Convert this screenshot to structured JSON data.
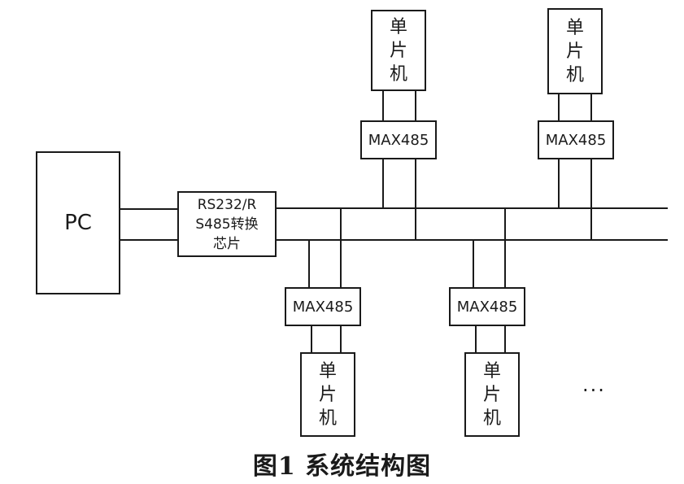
{
  "pc_label": "PC",
  "converter": {
    "line1": "RS232/R",
    "line2": "S485转换",
    "line3": "芯片"
  },
  "nodes": [
    {
      "transceiver": "MAX485",
      "mcu": [
        "单",
        "片",
        "机"
      ]
    },
    {
      "transceiver": "MAX485",
      "mcu": [
        "单",
        "片",
        "机"
      ]
    },
    {
      "transceiver": "MAX485",
      "mcu": [
        "单",
        "片",
        "机"
      ]
    },
    {
      "transceiver": "MAX485",
      "mcu": [
        "单",
        "片",
        "机"
      ]
    }
  ],
  "ellipsis": "···",
  "caption": "图1  系统结构图"
}
